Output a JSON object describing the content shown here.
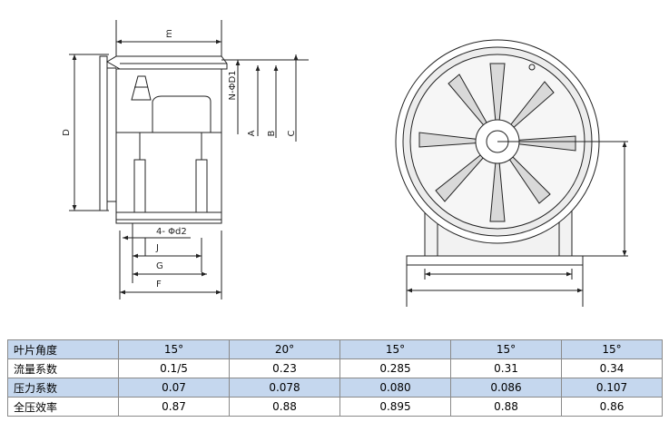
{
  "drawing": {
    "side_view": {
      "labels": {
        "m": "m",
        "d": "D",
        "n_phi_d1": "N-ΦD1",
        "a": "A",
        "b": "B",
        "c": "C",
        "holes": "4- Φd2",
        "j": "J",
        "g": "G",
        "f": "F"
      }
    }
  },
  "table": {
    "rows": [
      [
        "叶片角度",
        "15°",
        "20°",
        "15°",
        "15°",
        "15°"
      ],
      [
        "流量系数",
        "0.1/5",
        "0.23",
        "0.285",
        "0.31",
        "0.34"
      ],
      [
        "压力系数",
        "0.07",
        "0.078",
        "0.080",
        "0.086",
        "0.107"
      ],
      [
        "全压效率",
        "0.87",
        "0.88",
        "0.895",
        "0.88",
        "0.86"
      ]
    ],
    "header_fill": "#c5d7ee"
  }
}
